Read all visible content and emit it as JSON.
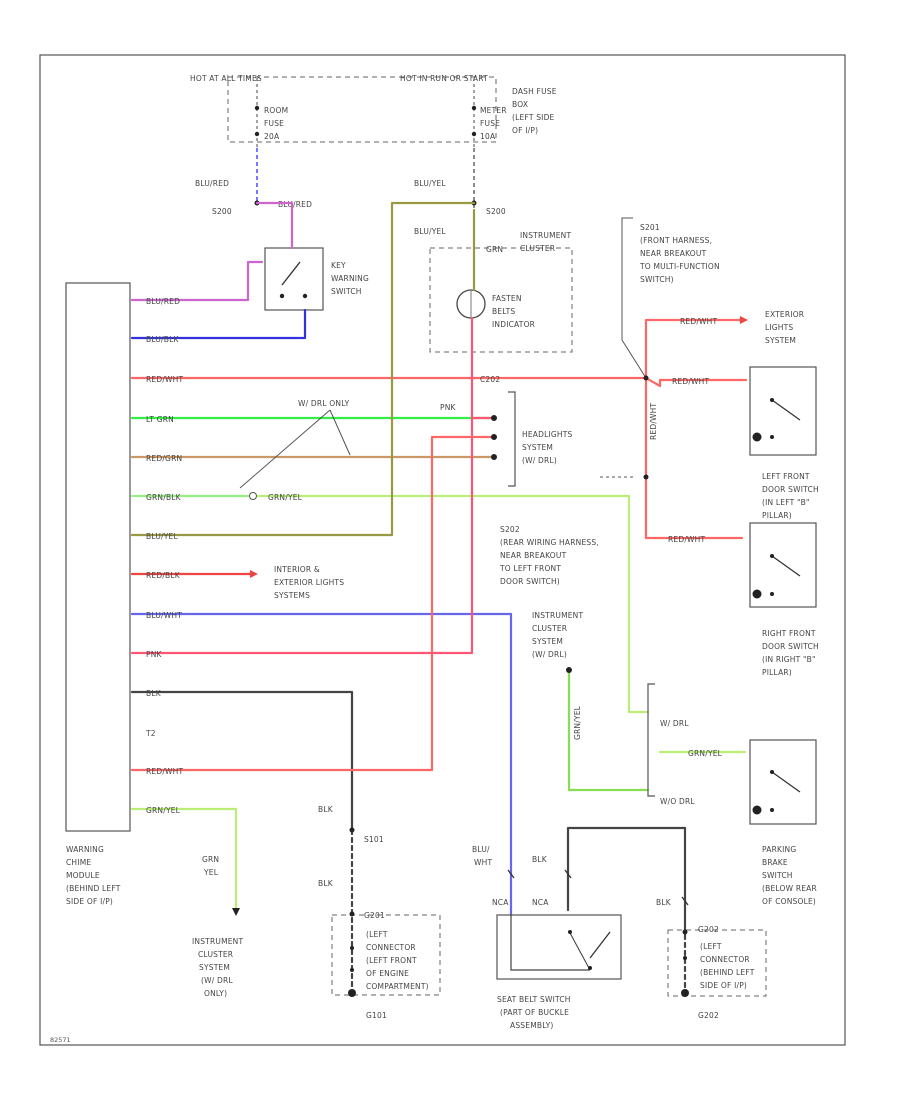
{
  "fuse_box": {
    "hot_at_all_times": "HOT AT ALL TIMES",
    "hot_in_run_start": "HOT IN RUN OR START",
    "room_fuse": [
      "ROOM",
      "FUSE",
      "20A"
    ],
    "meter_fuse": [
      "METER",
      "FUSE",
      "10A"
    ],
    "dash_fuse_box": [
      "DASH FUSE",
      "BOX",
      "(LEFT SIDE",
      "OF I/P)"
    ]
  },
  "splices": {
    "s200_left": "S200",
    "s200_right": "S200",
    "s201": [
      "S201",
      "(FRONT HARNESS,",
      "NEAR BREAKOUT",
      "TO MULTI-FUNCTION",
      "SWITCH)"
    ],
    "s202": [
      "S202",
      "(REAR WIRING HARNESS,",
      "NEAR BREAKOUT",
      "TO LEFT FRONT",
      "DOOR SWITCH)"
    ],
    "s101": "S101",
    "g101": "G101",
    "g201": "G201",
    "g202": "G202",
    "g201_desc": [
      "(LEFT",
      "CONNECTOR",
      "(LEFT FRONT",
      "OF ENGINE",
      "COMPARTMENT)"
    ],
    "g202_desc": [
      "(LEFT",
      "CONNECTOR",
      "(BEHIND LEFT",
      "SIDE OF I/P)"
    ]
  },
  "wires": {
    "blu_red_top": "BLU/RED",
    "blu_red_s200": "BLU/RED",
    "blu_yel_top": "BLU/YEL",
    "blu_yel_cluster": "BLU/YEL",
    "blu_red_pin": "BLU/RED",
    "blu_blk_pin": "BLU/BLK",
    "red_wht_pin": "RED/WHT",
    "lt_grn_pin": "LT GRN",
    "red_grn_pin": "RED/GRN",
    "grn_blk_pin": "GRN/BLK",
    "blu_yel_pin": "BLU/YEL",
    "red_blk_pin": "RED/BLK",
    "blu_wht_pin": "BLU/WHT",
    "pnk_pin": "PNK",
    "blk_pin": "BLK",
    "red_wht_pin2": "RED/WHT",
    "grn_yel_pin": "GRN/YEL",
    "grn_yel_mid": "GRN/YEL",
    "pnk_mid": "PNK",
    "red_wht_ext": "RED/WHT",
    "red_wht_s201": "RED/WHT",
    "red_wht_vert": "RED/WHT",
    "red_wht_rfd": "RED/WHT",
    "grn_yel_parking": "GRN/YEL",
    "green_vert": "GRN/YEL",
    "grn_yel_bottom": [
      "GRN",
      "YEL"
    ],
    "blk_s101": "BLK",
    "blk_g101": "BLK",
    "blu_wht_seat": [
      "BLU/",
      "WHT"
    ],
    "blk_seat": "BLK",
    "blk_g202": "BLK",
    "nca_left": "NCA",
    "nca_right": "NCA",
    "c202": "C202",
    "grn": "GRN",
    "t2": "T2",
    "with_drl_only": "W/ DRL ONLY"
  },
  "components": {
    "key_warning_switch": [
      "KEY",
      "WARNING",
      "SWITCH"
    ],
    "instrument_cluster": [
      "INSTRUMENT",
      "CLUSTER"
    ],
    "fasten_belts_indicator": [
      "FASTEN",
      "BELTS",
      "INDICATOR"
    ],
    "exterior_lights_system": [
      "EXTERIOR",
      "LIGHTS",
      "SYSTEM"
    ],
    "headlights_system": [
      "HEADLIGHTS",
      "SYSTEM",
      "(W/ DRL)"
    ],
    "left_front_door_switch": [
      "LEFT FRONT",
      "DOOR SWITCH",
      "(IN LEFT \"B\"",
      "PILLAR)"
    ],
    "right_front_door_switch": [
      "RIGHT FRONT",
      "DOOR SWITCH",
      "(IN RIGHT \"B\"",
      "PILLAR)"
    ],
    "interior_exterior_lights": [
      "INTERIOR &",
      "EXTERIOR LIGHTS",
      "SYSTEMS"
    ],
    "instrument_cluster_system_wdrl": [
      "INSTRUMENT",
      "CLUSTER",
      "SYSTEM",
      "(W/ DRL)"
    ],
    "w_drl": "W/ DRL",
    "wo_drl": "W/O DRL",
    "parking_brake_switch": [
      "PARKING",
      "BRAKE",
      "SWITCH",
      "(BELOW REAR",
      "OF CONSOLE)"
    ],
    "warning_chime_module": [
      "WARNING",
      "CHIME",
      "MODULE",
      "(BEHIND LEFT",
      "SIDE OF I/P)"
    ],
    "instrument_cluster_system_wodrl": [
      "INSTRUMENT",
      "CLUSTER",
      "SYSTEM",
      "(W/ DRL",
      "ONLY)"
    ],
    "seat_belt_switch": [
      "SEAT BELT SWITCH",
      "(PART OF BUCKLE",
      "ASSEMBLY)"
    ]
  },
  "footer": {
    "code": "82571"
  },
  "colors": {
    "blu_red": "#cc66cc",
    "blu_blk": "#3333dd",
    "red_wht": "#ff6666",
    "lt_grn": "#33ee44",
    "red_grn": "#cc9966",
    "grn_blk": "#99ee88",
    "blu_yel": "#999944",
    "red_blk": "#ee4444",
    "blu_wht": "#6666ee",
    "pnk": "#ff5577",
    "blk": "#444444",
    "grn_yel": "#bbee77",
    "green": "#88dd55",
    "blue_dash": "#7777ff"
  }
}
